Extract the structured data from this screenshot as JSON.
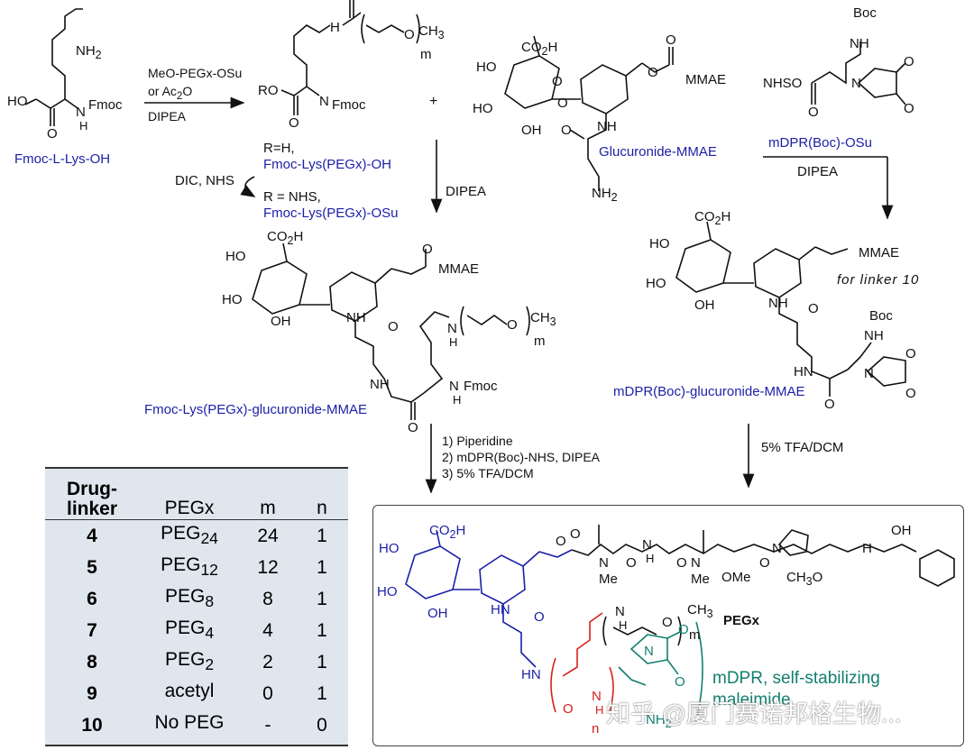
{
  "labels": {
    "nh2_top": "NH",
    "nh2_sub": "2",
    "ho_left": "HO",
    "h_fmoc_1": "H",
    "n_fmoc_1": "N",
    "fmoc_1": "Fmoc",
    "o_left": "O",
    "fmoc_lys_oh": "Fmoc-L-Lys-OH",
    "reagent1_line1": "MeO-PEGx-OSu",
    "reagent1_line2": "or Ac",
    "reagent1_line2_sub": "2",
    "reagent1_line2_end": "O",
    "reagent1_line3": "DIPEA",
    "ro": "RO",
    "fmoc_2": "Fmoc",
    "nh_2": "N",
    "h_2": "H",
    "o_2": "O",
    "o_peg_1": "O",
    "ch3_1": "CH",
    "ch3_1_sub": "3",
    "m_1": "m",
    "plus": "+",
    "r_h": "R=H,",
    "fmoc_lys_pegx_oh": "Fmoc-Lys(PEGx)-OH",
    "dic_nhs": "DIC, NHS",
    "r_nhs": "R = NHS,",
    "fmoc_lys_pegx_osu": "Fmoc-Lys(PEGx)-OSu",
    "dipea_mid": "DIPEA",
    "co2h_1": "CO",
    "co2h_1_sub": "2",
    "co2h_1_end": "H",
    "ho_a": "HO",
    "ho_b": "HO",
    "oh_c": "OH",
    "o_ring_1": "O",
    "o_link_1": "O",
    "o_carb_1": "O",
    "o_carb_1b": "O",
    "mmae_1": "MMAE",
    "nh_1": "NH",
    "o_amide_1": "O",
    "nh2_b": "NH",
    "nh2_b_sub": "2",
    "glucuronide_mmae": "Glucuronide-MMAE",
    "boc_1": "Boc",
    "nh_boc_1": "NH",
    "nhso": "NHSO",
    "o_mal_1a": "O",
    "o_mal_1b": "O",
    "o_mal_1c": "O",
    "n_mal_1": "N",
    "mdpr_boc_osu": "mDPR(Boc)-OSu",
    "dipea_right": "DIPEA",
    "co2h_2": "CO",
    "co2h_2_sub": "2",
    "co2h_2_end": "H",
    "ho_d": "HO",
    "ho_e": "HO",
    "oh_f": "OH",
    "mmae_2": "MMAE",
    "nh_3": "NH",
    "o_amide_2": "O",
    "nh_4": "NH",
    "n_pegx_2": "N",
    "h_pegx_2": "H",
    "o_peg_2": "O",
    "ch3_2": "CH",
    "ch3_2_sub": "3",
    "m_2": "m",
    "fmoc_3": "Fmoc",
    "nh_fmoc_3": "N",
    "h_fmoc_3": "H",
    "o_3": "O",
    "o_4": "O",
    "fmoc_lys_pegx_glucuronide_mmae": "Fmoc-Lys(PEGx)-glucuronide-MMAE",
    "step1": "1) Piperidine",
    "step2": "2) mDPR(Boc)-NHS, DIPEA",
    "step3": "3) 5% TFA/DCM",
    "co2h_3": "CO",
    "co2h_3_sub": "2",
    "co2h_3_end": "H",
    "ho_g": "HO",
    "ho_h": "HO",
    "oh_i": "OH",
    "mmae_3": "MMAE",
    "for_linker_10": "for linker 10",
    "nh_5": "NH",
    "o_amide_3": "O",
    "boc_2": "Boc",
    "nh_boc_2": "NH",
    "hn_6": "HN",
    "o_mal_2a": "O",
    "o_mal_2b": "O",
    "o_mal_2c": "O",
    "n_mal_2": "N",
    "mdpr_boc_glucuronide_mmae": "mDPR(Boc)-glucuronide-MMAE",
    "tfa_dcm": "5% TFA/DCM",
    "p_co2h": "CO",
    "p_co2h_sub": "2",
    "p_co2h_end": "H",
    "p_ho_a": "HO",
    "p_ho_b": "HO",
    "p_oh_c": "OH",
    "p_nh": "HN",
    "p_o_amide": "O",
    "p_hn_bottom": "HN",
    "p_n_pegx": "N",
    "p_h_pegx": "H",
    "p_o_peg": "O",
    "p_ch3": "CH",
    "p_ch3_sub": "3",
    "p_m": "m",
    "p_n_sub": "n",
    "p_pegx": "PEGx",
    "p_me1": "Me",
    "p_me2": "Me",
    "p_n1": "N",
    "p_n2": "N",
    "p_h1": "H",
    "p_n3": "N",
    "p_ome": "OMe",
    "p_ch3o": "CH",
    "p_ch3o_sub": "3",
    "p_ch3o_end": "O",
    "p_n4": "N",
    "p_h2": "H",
    "p_oh_end": "OH",
    "p_o1": "O",
    "p_o2": "O",
    "p_o3": "O",
    "p_o4": "O",
    "p_o5": "O",
    "p_mal_n": "N",
    "p_mal_o1": "O",
    "p_mal_o2": "O",
    "p_nh2": "NH",
    "p_nh2_sub": "2",
    "p_o_lys": "O",
    "p_n_lys": "N",
    "p_h_lys": "H",
    "p_mdpr_line1": "mDPR, self-stabilizing",
    "p_mdpr_line2": "maleimide"
  },
  "table": {
    "headers": [
      "Drug-\nlinker",
      "PEGx",
      "m",
      "n"
    ],
    "rows": [
      {
        "drug_linker": "4",
        "pegx": "PEG",
        "pegx_sub": "24",
        "m": "24",
        "n": "1"
      },
      {
        "drug_linker": "5",
        "pegx": "PEG",
        "pegx_sub": "12",
        "m": "12",
        "n": "1"
      },
      {
        "drug_linker": "6",
        "pegx": "PEG",
        "pegx_sub": "8",
        "m": "8",
        "n": "1"
      },
      {
        "drug_linker": "7",
        "pegx": "PEG",
        "pegx_sub": "4",
        "m": "4",
        "n": "1"
      },
      {
        "drug_linker": "8",
        "pegx": "PEG",
        "pegx_sub": "2",
        "m": "2",
        "n": "1"
      },
      {
        "drug_linker": "9",
        "pegx": "acetyl",
        "pegx_sub": "",
        "m": "0",
        "n": "1"
      },
      {
        "drug_linker": "10",
        "pegx": "No PEG",
        "pegx_sub": "",
        "m": "-",
        "n": "0"
      }
    ]
  },
  "watermark": "知乎 @厦门赛诺邦格生物...",
  "colors": {
    "blue": "#1a1fa6",
    "red": "#d81e1e",
    "teal": "#137f6f",
    "black": "#111111",
    "table_bg": "#dfe6ee"
  }
}
